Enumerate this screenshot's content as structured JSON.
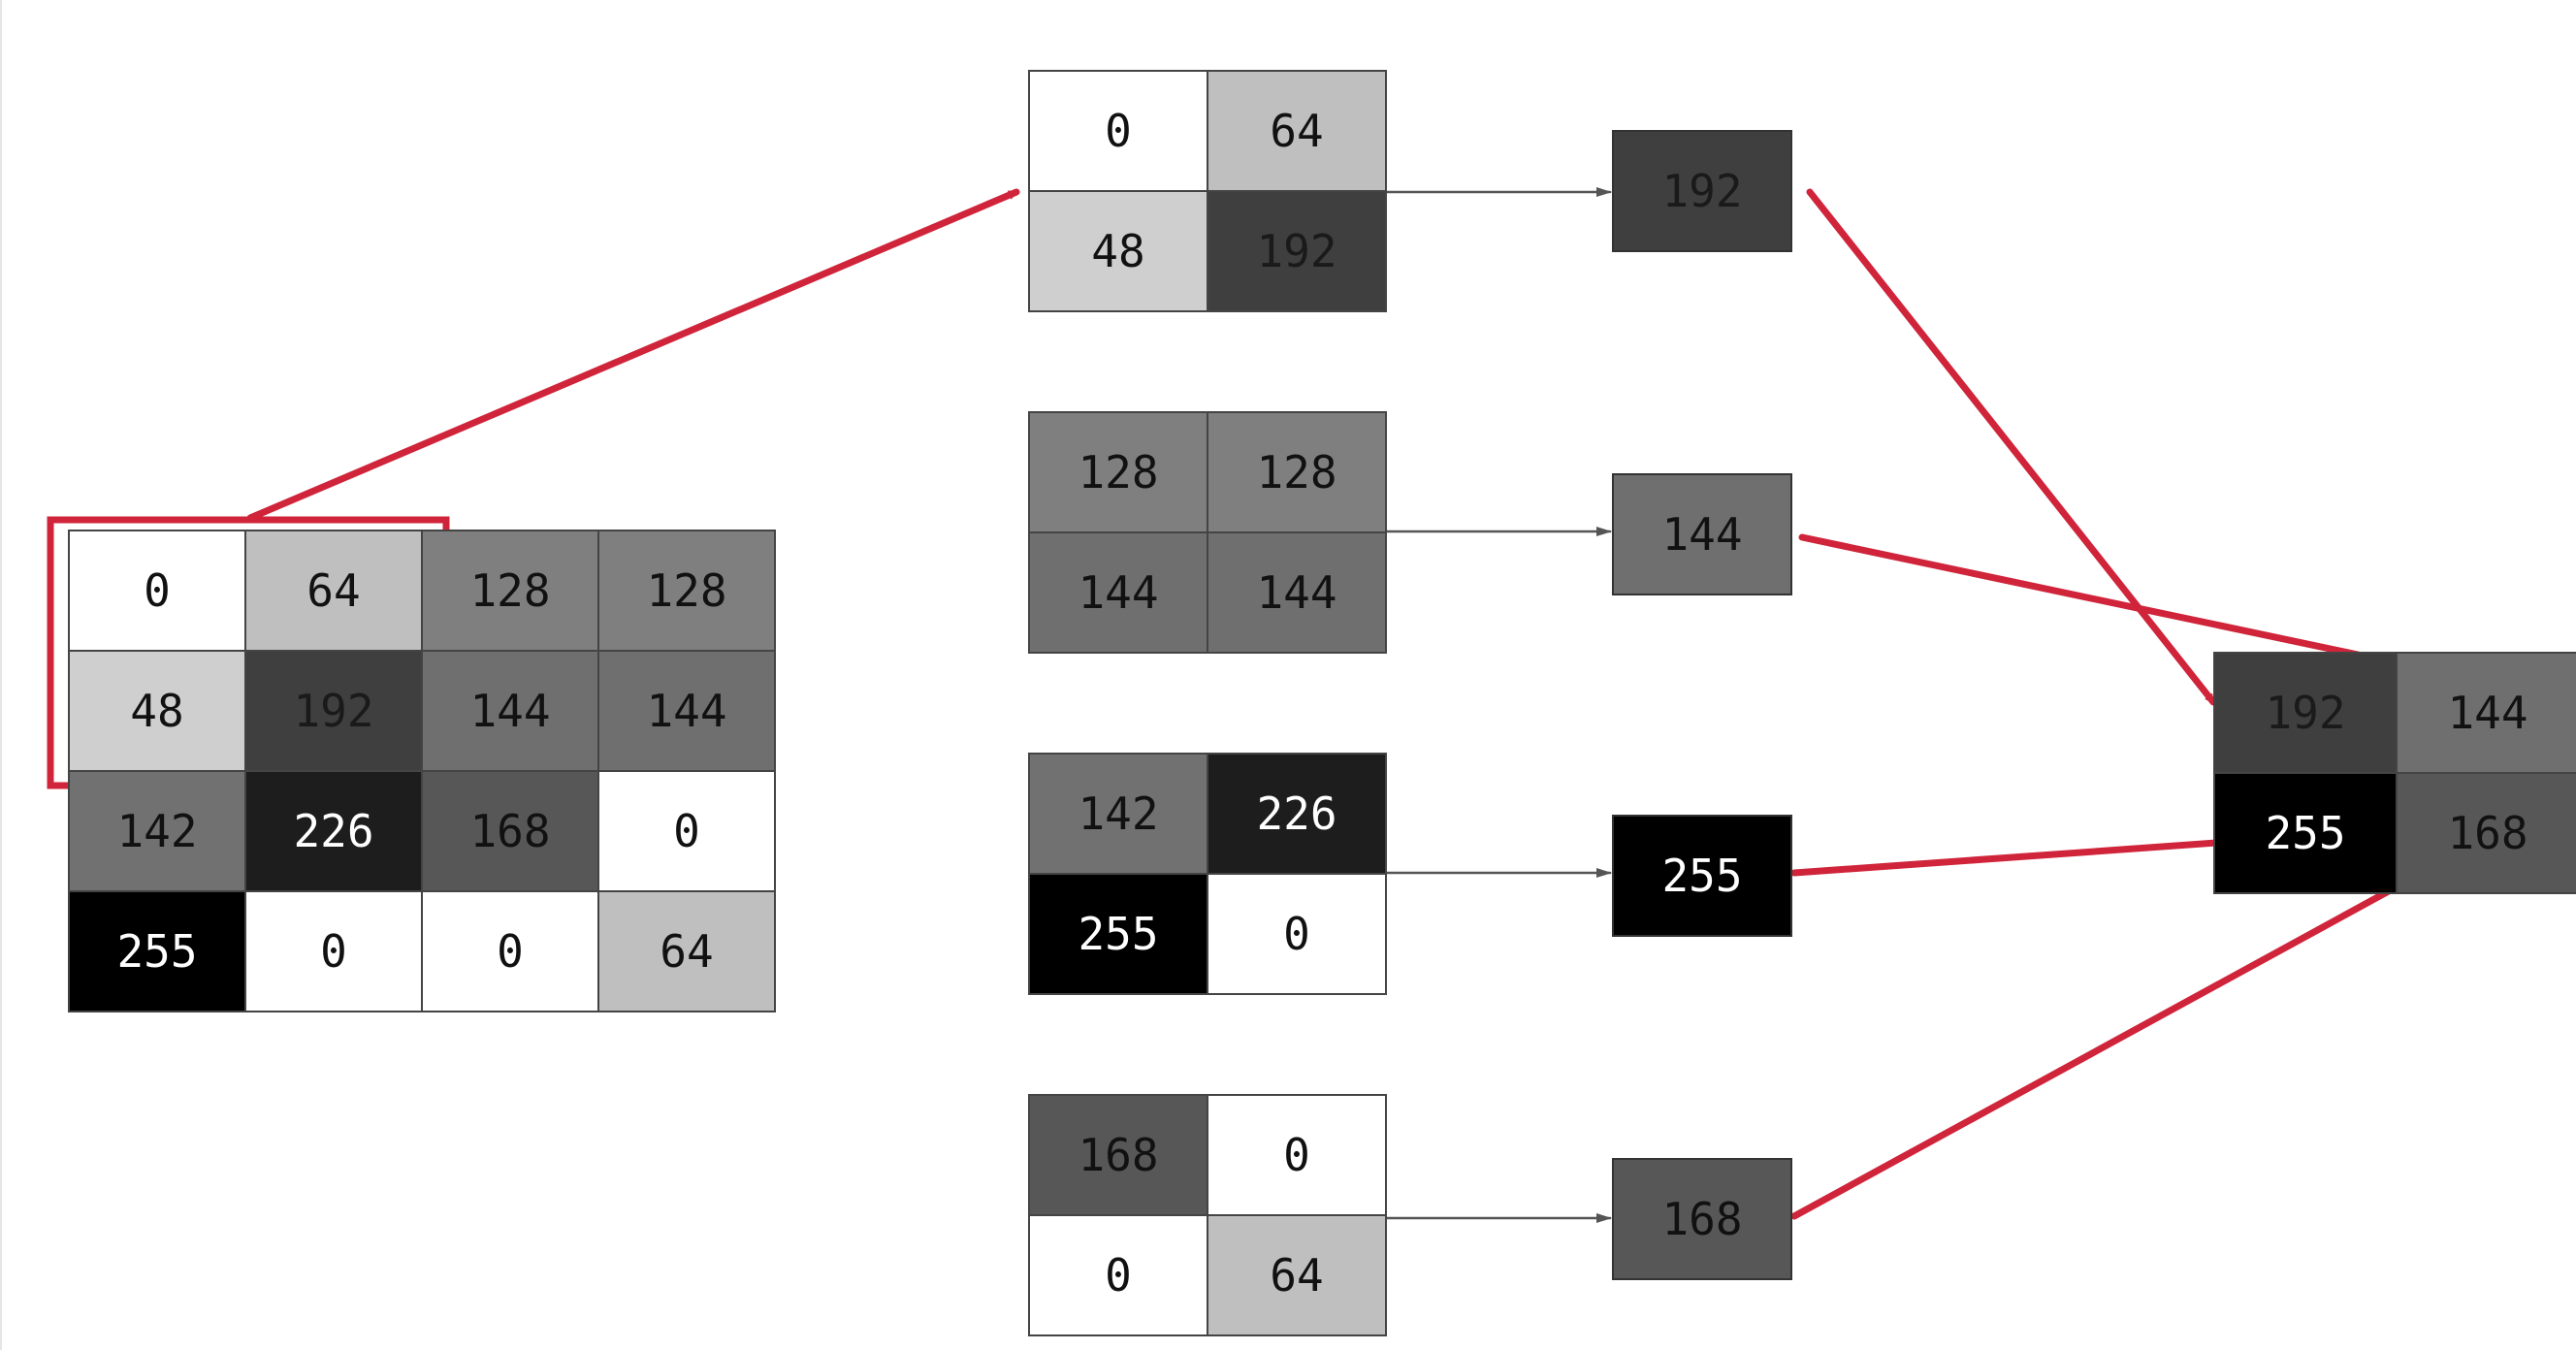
{
  "input_matrix": [
    [
      0,
      64,
      128,
      128
    ],
    [
      48,
      192,
      144,
      144
    ],
    [
      142,
      226,
      168,
      0
    ],
    [
      255,
      0,
      0,
      64
    ]
  ],
  "windows": [
    [
      [
        0,
        64
      ],
      [
        48,
        192
      ]
    ],
    [
      [
        128,
        128
      ],
      [
        144,
        144
      ]
    ],
    [
      [
        142,
        226
      ],
      [
        255,
        0
      ]
    ],
    [
      [
        168,
        0
      ],
      [
        0,
        64
      ]
    ]
  ],
  "window_results": [
    192,
    144,
    255,
    168
  ],
  "output_matrix": [
    [
      192,
      144
    ],
    [
      255,
      168
    ]
  ],
  "colors": {
    "highlight": "#d0243a",
    "connector": "#555555"
  }
}
